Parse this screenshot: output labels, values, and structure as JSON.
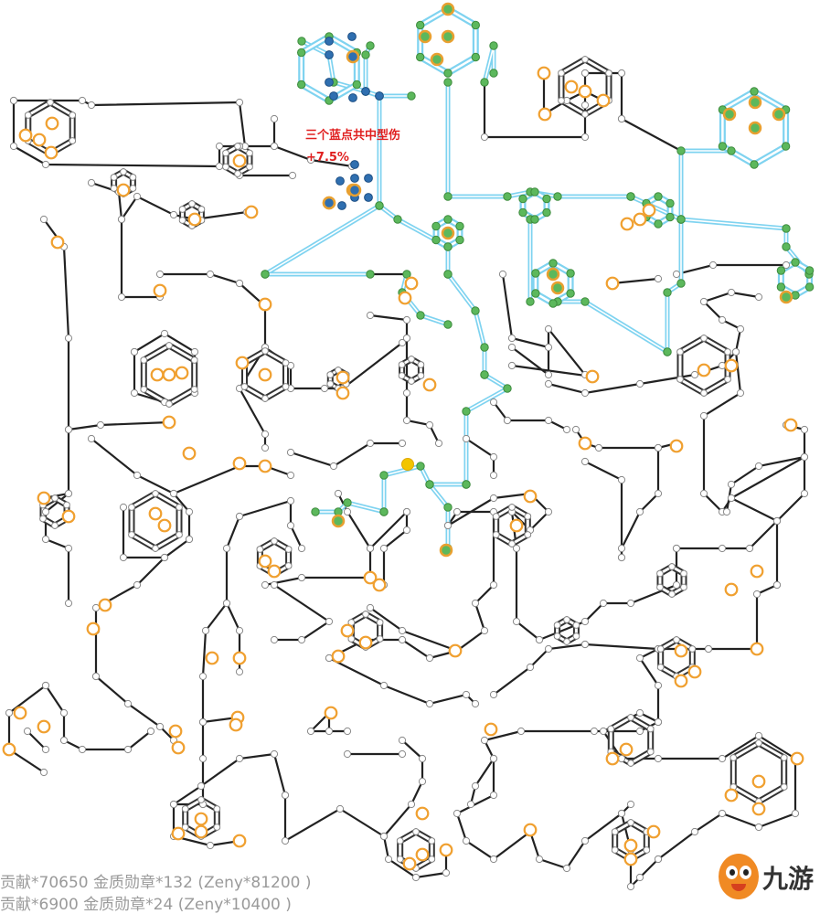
{
  "annotation": {
    "line1": "三个蓝点共中型伤",
    "line2": "+7.5%"
  },
  "costs": {
    "line1": "贡献*70650 金质勋章*132 (Zeny*81200 )",
    "line2": "贡献*6900 金质勋章*24 (Zeny*10400 )"
  },
  "logo": {
    "text": "九游",
    "brand_color": "#f08a24"
  },
  "colors": {
    "activated_path": "#7fd3f0",
    "activated_node": "#5cb85c",
    "selected_node": "#2f6fb0",
    "special_node_ring": "#f0a030",
    "start_node": "#f2c500",
    "inactive_path": "#222222"
  }
}
